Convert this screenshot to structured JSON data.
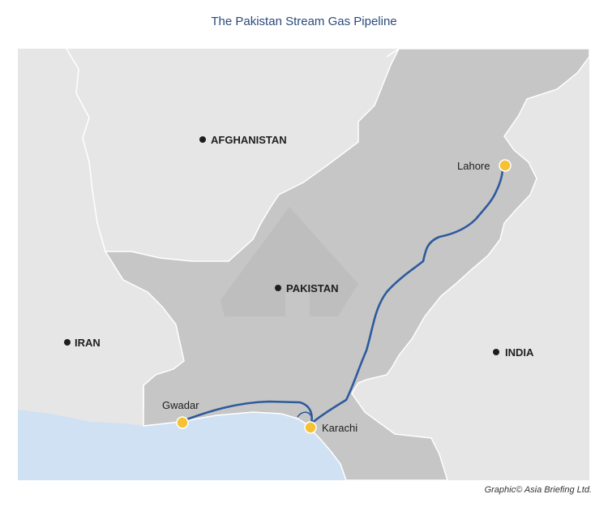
{
  "title": "The Pakistan Stream Gas Pipeline",
  "credit": "Graphic© Asia Briefing Ltd.",
  "countries": [
    {
      "id": "afghanistan",
      "label": "AFGHANISTAN"
    },
    {
      "id": "pakistan",
      "label": "PAKISTAN"
    },
    {
      "id": "iran",
      "label": "IRAN"
    },
    {
      "id": "india",
      "label": "INDIA"
    }
  ],
  "cities": [
    {
      "id": "lahore",
      "label": "Lahore"
    },
    {
      "id": "gwadar",
      "label": "Gwadar"
    },
    {
      "id": "karachi",
      "label": "Karachi"
    }
  ],
  "colors": {
    "land": "#e6e6e6",
    "pakistan": "#c6c6c6",
    "sea": "#cfe1f3",
    "border": "#ffffff",
    "pipeline": "#2d5a9c",
    "city_marker": "#f6c233",
    "title": "#2b4a7a"
  },
  "icons": {
    "country_marker": "black-dot",
    "city_marker": "yellow-circle",
    "watermark": "logo-watermark"
  }
}
